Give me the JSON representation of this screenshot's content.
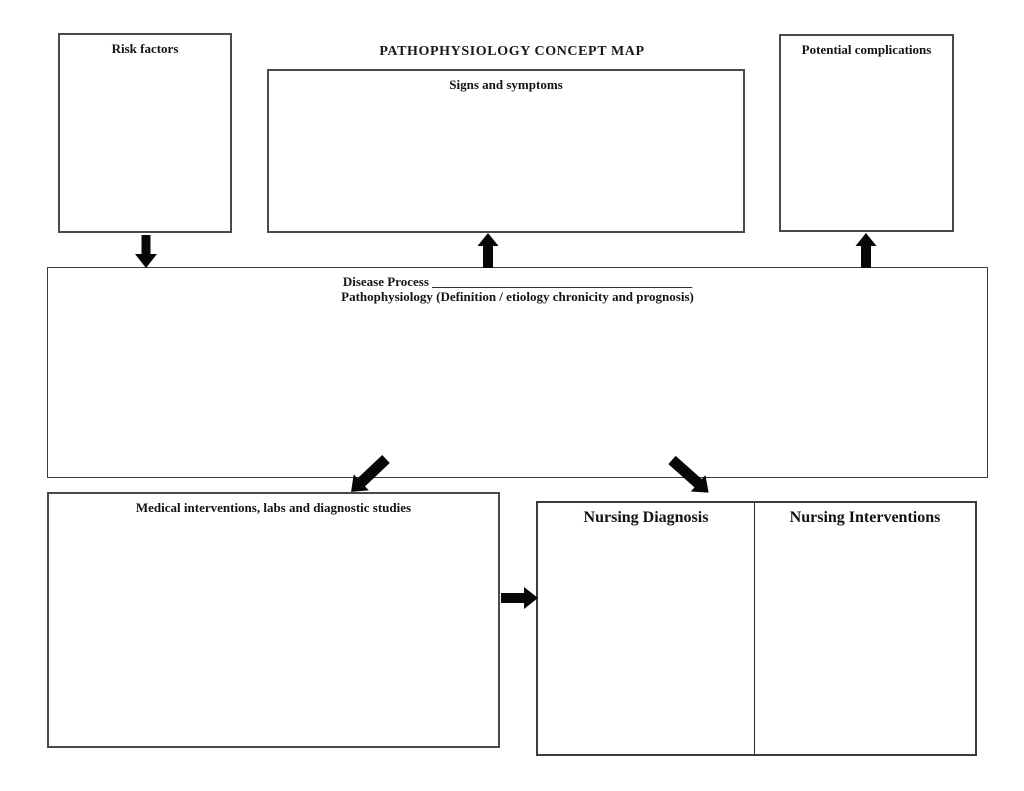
{
  "title": "PATHOPHYSIOLOGY CONCEPT MAP",
  "boxes": {
    "risk_factors": {
      "label": "Risk factors"
    },
    "signs_symptoms": {
      "label": "Signs and symptoms"
    },
    "potential_complications": {
      "label": "Potential complications"
    },
    "disease_process": {
      "label": "Disease Process",
      "blank_line": "________________________________________",
      "subtitle": "Pathophysiology (Definition / etiology chronicity and prognosis)"
    },
    "medical_interventions": {
      "label": "Medical interventions, labs and diagnostic studies"
    },
    "nursing_diagnosis": {
      "label": "Nursing Diagnosis"
    },
    "nursing_interventions": {
      "label": "Nursing Interventions"
    }
  },
  "connections": [
    {
      "from": "risk_factors",
      "to": "disease_process",
      "direction": "down"
    },
    {
      "from": "disease_process",
      "to": "signs_symptoms",
      "direction": "up"
    },
    {
      "from": "disease_process",
      "to": "potential_complications",
      "direction": "up"
    },
    {
      "from": "disease_process",
      "to": "medical_interventions",
      "direction": "down-left"
    },
    {
      "from": "disease_process",
      "to": "nursing_diagnosis",
      "direction": "down-right"
    },
    {
      "from": "medical_interventions",
      "to": "nursing_diagnosis",
      "direction": "right"
    }
  ],
  "colors": {
    "background": "#ffffff",
    "box_border": "#4a4a4a",
    "arrow": "#070707",
    "text": "#151515"
  }
}
